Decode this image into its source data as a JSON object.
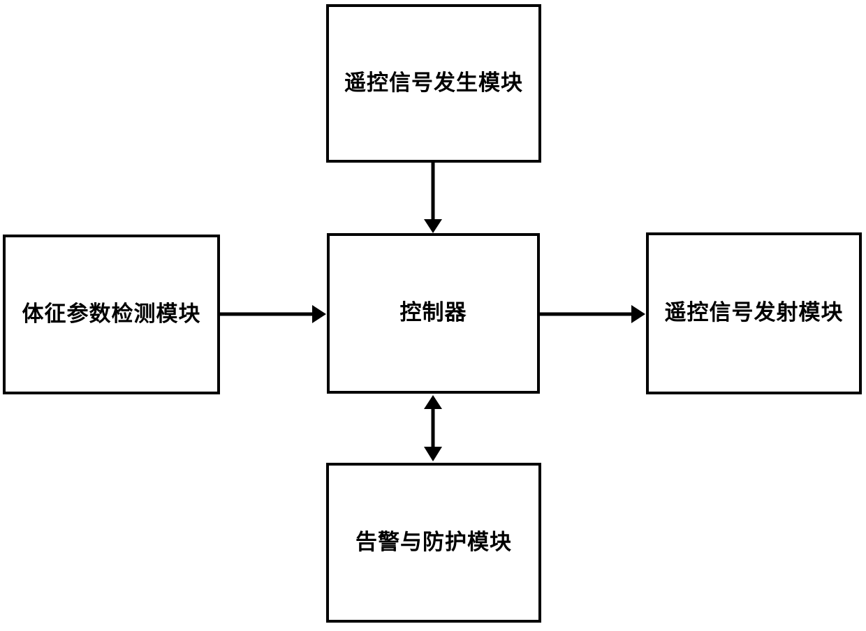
{
  "diagram": {
    "nodes": {
      "remote_signal_generation": {
        "label": "遥控信号发生模块"
      },
      "vital_sign_detection": {
        "label": "体征参数检测模块"
      },
      "controller": {
        "label": "控制器"
      },
      "remote_signal_transmission": {
        "label": "遥控信号发射模块"
      },
      "alarm_protection": {
        "label": "告警与防护模块"
      }
    },
    "edges": [
      {
        "from": "remote_signal_generation",
        "to": "controller",
        "type": "one-way-down"
      },
      {
        "from": "vital_sign_detection",
        "to": "controller",
        "type": "one-way-right"
      },
      {
        "from": "controller",
        "to": "remote_signal_transmission",
        "type": "one-way-right"
      },
      {
        "from": "controller",
        "to": "alarm_protection",
        "type": "two-way-vertical"
      }
    ],
    "colors": {
      "line": "#000000",
      "background": "#ffffff"
    }
  }
}
